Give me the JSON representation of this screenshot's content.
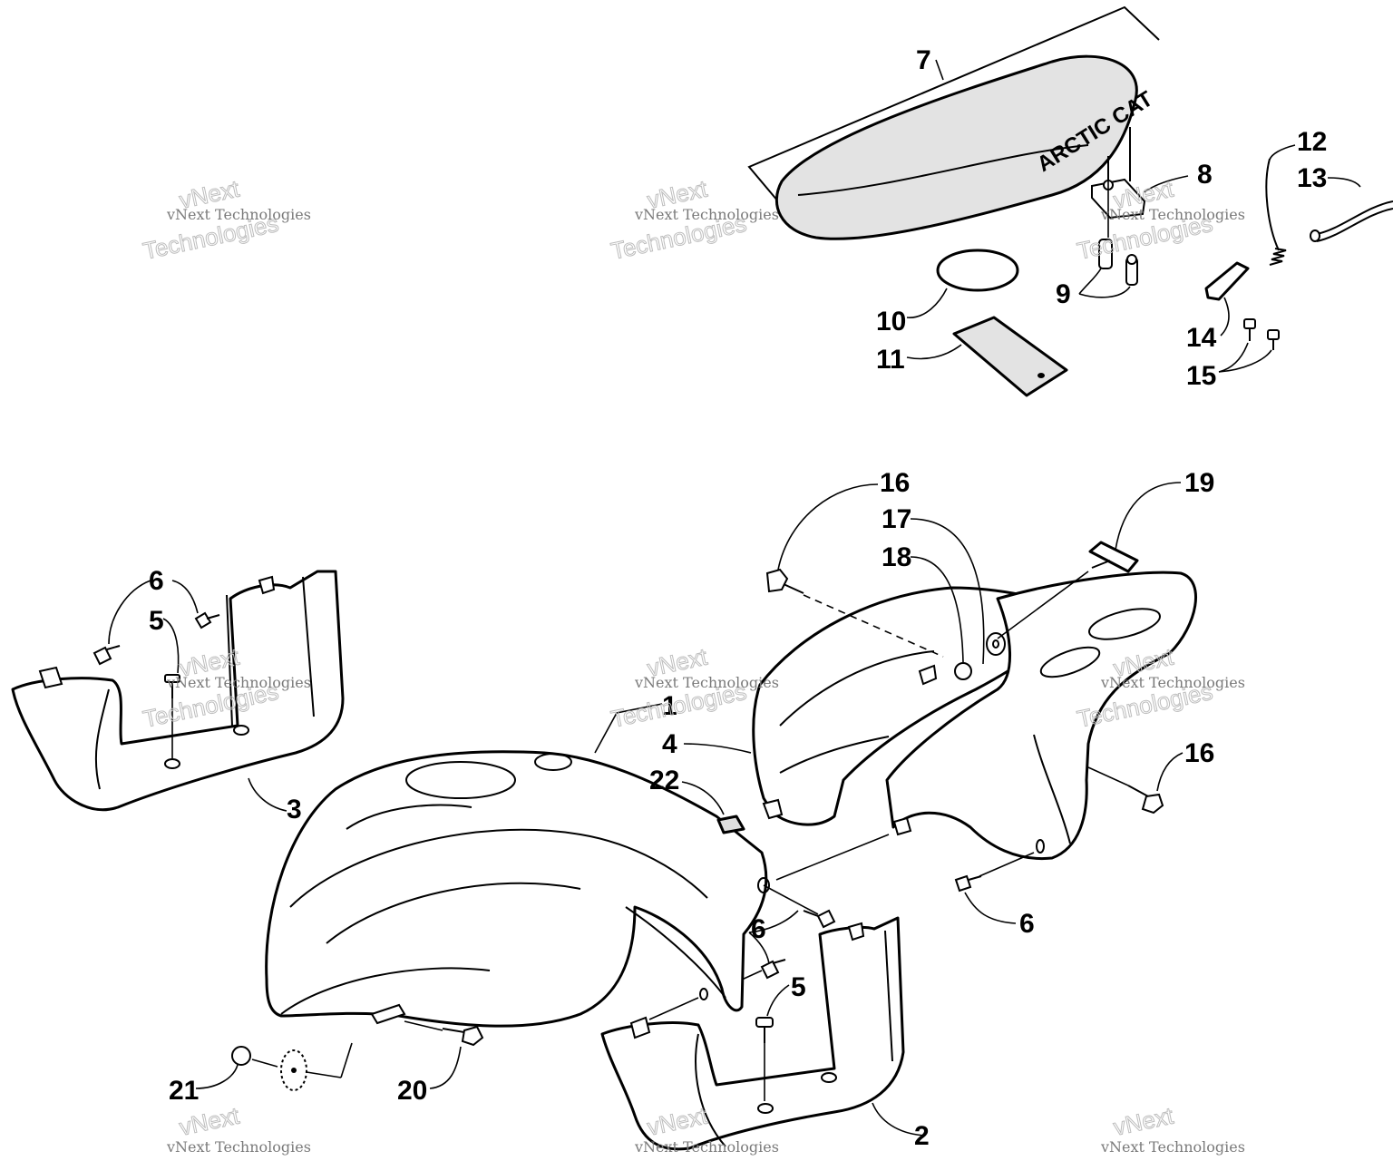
{
  "diagram": {
    "brand_text": "ARCTIC CAT",
    "labels": [
      {
        "id": "p7",
        "text": "7"
      },
      {
        "id": "p8",
        "text": "8"
      },
      {
        "id": "p9",
        "text": "9"
      },
      {
        "id": "p10",
        "text": "10"
      },
      {
        "id": "p11",
        "text": "11"
      },
      {
        "id": "p12",
        "text": "12"
      },
      {
        "id": "p13",
        "text": "13"
      },
      {
        "id": "p14",
        "text": "14"
      },
      {
        "id": "p15",
        "text": "15"
      },
      {
        "id": "p16a",
        "text": "16"
      },
      {
        "id": "p17",
        "text": "17"
      },
      {
        "id": "p18",
        "text": "18"
      },
      {
        "id": "p19",
        "text": "19"
      },
      {
        "id": "p6a",
        "text": "6"
      },
      {
        "id": "p5a",
        "text": "5"
      },
      {
        "id": "p3",
        "text": "3"
      },
      {
        "id": "p1",
        "text": "1"
      },
      {
        "id": "p4",
        "text": "4"
      },
      {
        "id": "p22",
        "text": "22"
      },
      {
        "id": "p16b",
        "text": "16"
      },
      {
        "id": "p6b",
        "text": "6"
      },
      {
        "id": "p6c",
        "text": "6"
      },
      {
        "id": "p5b",
        "text": "5"
      },
      {
        "id": "p21",
        "text": "21"
      },
      {
        "id": "p20",
        "text": "20"
      },
      {
        "id": "p2",
        "text": "2"
      }
    ],
    "watermark": {
      "line_a": "vNext",
      "line_b": "vNext Technologies",
      "line_c": "Technologies"
    }
  }
}
